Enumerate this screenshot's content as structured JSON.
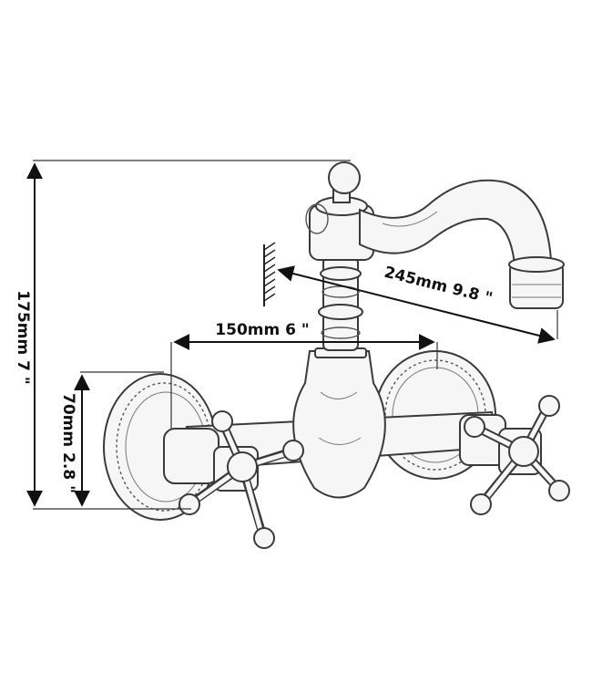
{
  "dimensions": {
    "height_total": "175mm 7 \"",
    "spacing": "150mm 6 \"",
    "spout_reach": "245mm 9.8 \"",
    "flange_height": "70mm 2.8 \""
  },
  "colors": {
    "ink": "#111111",
    "sketch": "#3a3a3a",
    "background": "#ffffff"
  }
}
